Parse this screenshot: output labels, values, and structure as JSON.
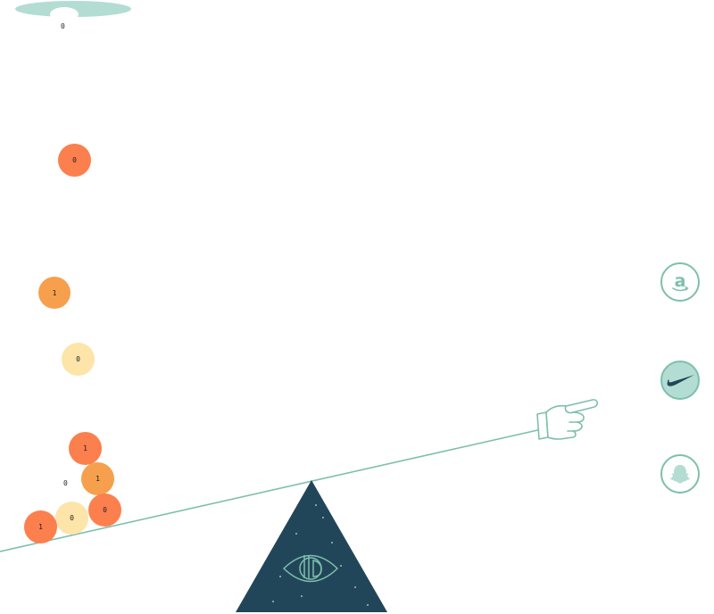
{
  "dispenser": {
    "label": "0"
  },
  "balls": [
    {
      "label": "0",
      "color": "#fc7f4e"
    },
    {
      "label": "1",
      "color": "#f6a04d"
    },
    {
      "label": "0",
      "color": "#fde4a8"
    },
    {
      "label": "1",
      "color": "#fc7f4e"
    },
    {
      "label": "1",
      "color": "#f6a04d"
    },
    {
      "label": "0",
      "color": "#fc7f4e"
    },
    {
      "label": "0",
      "color": "#fde4a8"
    },
    {
      "label": "1",
      "color": "#fc7f4e"
    }
  ],
  "loose_digit": "0",
  "brands": [
    {
      "name": "amazon-icon",
      "letter": "a"
    },
    {
      "name": "nike-icon"
    },
    {
      "name": "snapchat-icon"
    }
  ],
  "colors": {
    "accent": "#7dbfad",
    "accent_light": "#b3ddd3",
    "pyramid": "#224659",
    "dark": "#1f1f1f"
  }
}
